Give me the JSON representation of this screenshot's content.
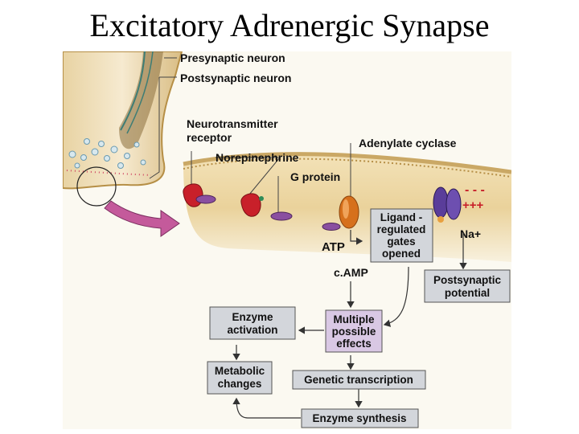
{
  "title": "Excitatory Adrenergic Synapse",
  "labels": {
    "presynaptic_neuron": "Presynaptic neuron",
    "postsynaptic_neuron": "Postsynaptic neuron",
    "neurotransmitter_receptor_1": "Neurotransmitter",
    "neurotransmitter_receptor_2": "receptor",
    "norepinephrine": "Norepinephrine",
    "g_protein": "G protein",
    "adenylate_cyclase": "Adenylate cyclase",
    "atp": "ATP",
    "camp": "c.AMP",
    "na_plus": "Na+",
    "minus_signs": "- - -",
    "plus_signs": "+++"
  },
  "boxes": {
    "ligand_gates": [
      "Ligand -",
      "regulated",
      "gates",
      "opened"
    ],
    "postsynaptic_potential": [
      "Postsynaptic",
      "potential"
    ],
    "enzyme_activation": [
      "Enzyme",
      "activation"
    ],
    "multiple_effects": [
      "Multiple",
      "possible",
      "effects"
    ],
    "metabolic_changes": [
      "Metabolic",
      "changes"
    ],
    "genetic_transcription": [
      "Genetic transcription"
    ],
    "enzyme_synthesis": [
      "Enzyme synthesis"
    ]
  },
  "colors": {
    "box_gray": "#d3d6db",
    "box_purple": "#d9c8e4",
    "receptor_red": "#c8202a",
    "g_protein_purple": "#8a4fa0",
    "cyclase_orange": "#d6701c",
    "channel_violet": "#5a3d9a",
    "neuron_tan": "#e6c98c",
    "arrow_pink": "#c45a9b"
  }
}
